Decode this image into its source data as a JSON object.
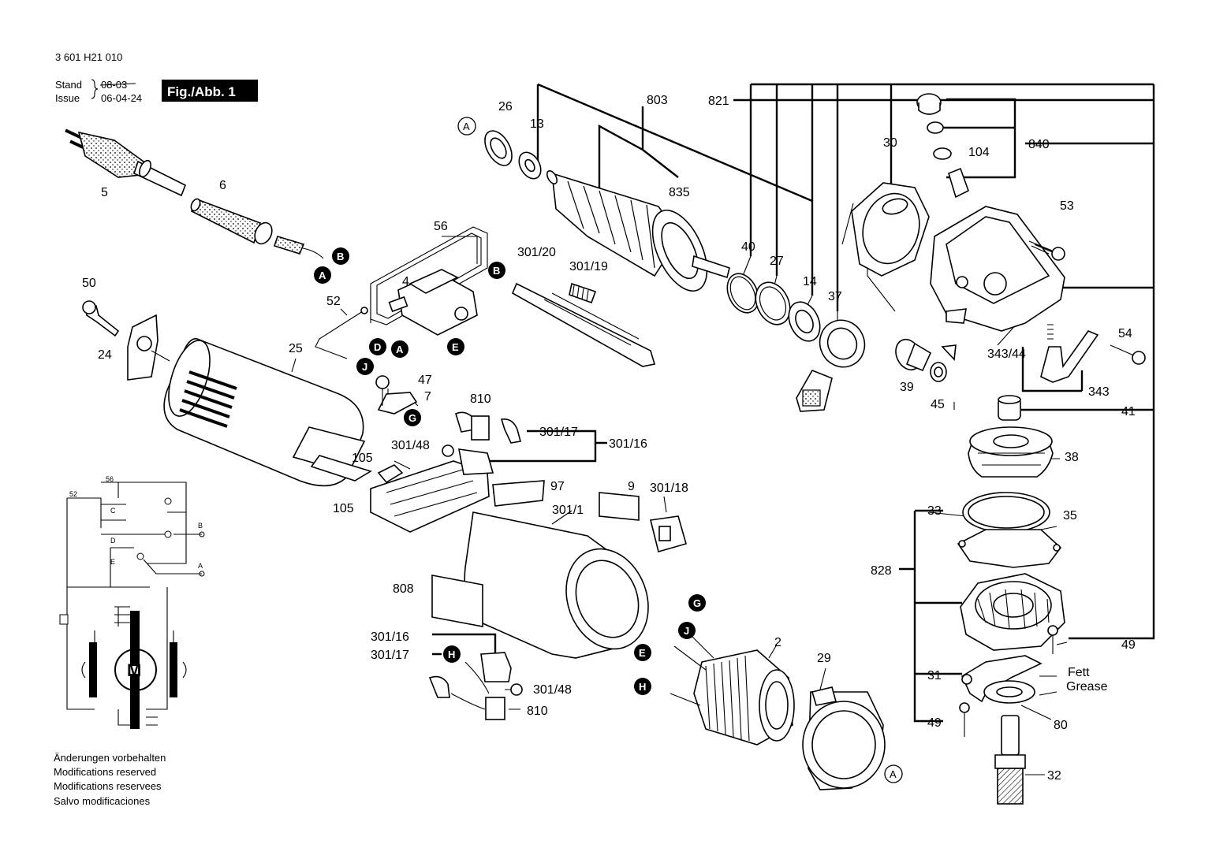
{
  "header": {
    "doc_number": "3 601 H21 010",
    "stand_label": "Stand",
    "issue_label": "Issue",
    "stand_date": "08-03",
    "issue_date": "06-04-24",
    "fig_label": "Fig./Abb. 1"
  },
  "footer": {
    "line1": "Änderungen vorbehalten",
    "line2": "Modifications reserved",
    "line3": "Modifications reservees",
    "line4": "Salvo modificaciones"
  },
  "grease": {
    "de": "Fett",
    "en": "Grease"
  },
  "markers": {
    "A": "A",
    "B": "B",
    "D": "D",
    "E": "E",
    "G": "G",
    "H": "H",
    "J": "J"
  },
  "wiring": {
    "n52": "52",
    "n56": "56",
    "c": "C",
    "d": "D",
    "e": "E",
    "b": "B",
    "a": "A",
    "motor": "M"
  },
  "parts": {
    "p2": "2",
    "p4": "4",
    "p5": "5",
    "p6": "6",
    "p7": "7",
    "p9": "9",
    "p13": "13",
    "p14": "14",
    "p24": "24",
    "p25": "25",
    "p26": "26",
    "p27": "27",
    "p29": "29",
    "p30": "30",
    "p31": "31",
    "p32": "32",
    "p33": "33",
    "p35": "35",
    "p37": "37",
    "p38": "38",
    "p39": "39",
    "p40": "40",
    "p41": "41",
    "p45": "45",
    "p47": "47",
    "p49a": "49",
    "p49b": "49",
    "p50": "50",
    "p52": "52",
    "p53": "53",
    "p54": "54",
    "p56": "56",
    "p80": "80",
    "p97": "97",
    "p104": "104",
    "p105a": "105",
    "p105b": "105",
    "p301_1": "301/1",
    "p301_16a": "301/16",
    "p301_16b": "301/16",
    "p301_17a": "301/17",
    "p301_17b": "301/17",
    "p301_18": "301/18",
    "p301_19": "301/19",
    "p301_20": "301/20",
    "p301_48a": "301/48",
    "p301_48b": "301/48",
    "p343": "343",
    "p343_44": "343/44",
    "p803": "803",
    "p808": "808",
    "p810a": "810",
    "p810b": "810",
    "p821": "821",
    "p828": "828",
    "p835": "835",
    "p840": "840"
  }
}
